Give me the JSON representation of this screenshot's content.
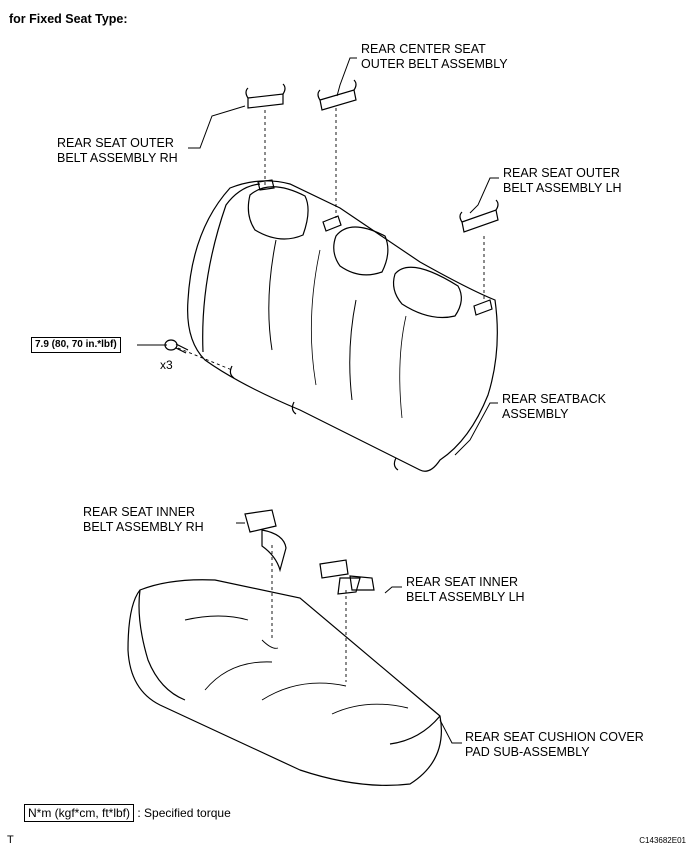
{
  "title": "for Fixed Seat Type:",
  "labels": {
    "rear_center_seat_outer_belt": "REAR CENTER SEAT\nOUTER BELT ASSEMBLY",
    "rear_seat_outer_belt_rh": "REAR SEAT OUTER\nBELT ASSEMBLY RH",
    "rear_seat_outer_belt_lh": "REAR SEAT OUTER\nBELT ASSEMBLY LH",
    "rear_seatback_assembly": "REAR SEATBACK\nASSEMBLY",
    "rear_seat_inner_belt_rh": "REAR SEAT INNER\nBELT ASSEMBLY RH",
    "rear_seat_inner_belt_lh": "REAR SEAT INNER\nBELT ASSEMBLY LH",
    "rear_seat_cushion_cover": "REAR SEAT CUSHION COVER\nPAD SUB-ASSEMBLY"
  },
  "torque": "7.9 (80, 70 in.*lbf)",
  "bolt_quantity": "x3",
  "legend": {
    "unit": "N*m (kgf*cm, ft*lbf)",
    "description": ": Specified torque"
  },
  "corner_mark": "T",
  "figure_code": "C143682E01"
}
